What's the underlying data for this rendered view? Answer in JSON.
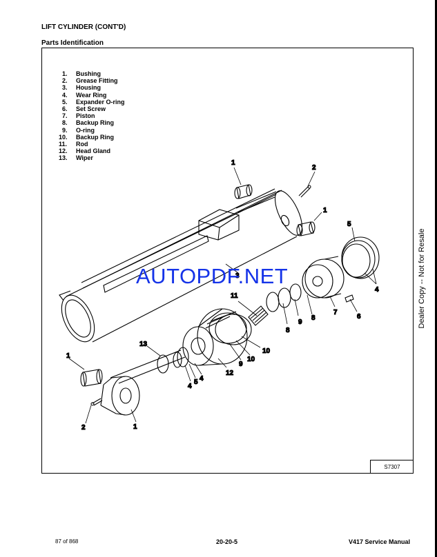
{
  "header": {
    "section_title": "LIFT CYLINDER (CONT'D)",
    "subtitle": "Parts Identification"
  },
  "parts": [
    {
      "number": "1.",
      "name": "Bushing"
    },
    {
      "number": "2.",
      "name": "Grease Fitting"
    },
    {
      "number": "3.",
      "name": "Housing"
    },
    {
      "number": "4.",
      "name": "Wear Ring"
    },
    {
      "number": "5.",
      "name": "Expander O-ring"
    },
    {
      "number": "6.",
      "name": "Set Screw"
    },
    {
      "number": "7.",
      "name": "Piston"
    },
    {
      "number": "8.",
      "name": "Backup Ring"
    },
    {
      "number": "9.",
      "name": "O-ring"
    },
    {
      "number": "10.",
      "name": "Backup Ring"
    },
    {
      "number": "11.",
      "name": "Rod"
    },
    {
      "number": "12.",
      "name": "Head Gland"
    },
    {
      "number": "13.",
      "name": "Wiper"
    }
  ],
  "callouts": {
    "c1a": "1",
    "c2a": "2",
    "c1b": "1",
    "c5a": "5",
    "c4a": "4",
    "c3": "3",
    "c11": "11",
    "c9a": "9",
    "c8a": "8",
    "c8b": "8",
    "c7": "7",
    "c6": "6",
    "c13": "13",
    "c10a": "10",
    "c10b": "10",
    "c9b": "9",
    "c12": "12",
    "c4b": "4",
    "c5b": "5",
    "c4c": "4",
    "c1c": "1",
    "c2b": "2",
    "c1d": "1"
  },
  "figure_code": "S7307",
  "watermark": "AUTOPDF.NET",
  "side_note": "Dealer Copy -- Not for Resale",
  "footer": {
    "page_count": "87 of 868",
    "page_number": "20-20-5",
    "manual_title": "V417 Service Manual"
  }
}
